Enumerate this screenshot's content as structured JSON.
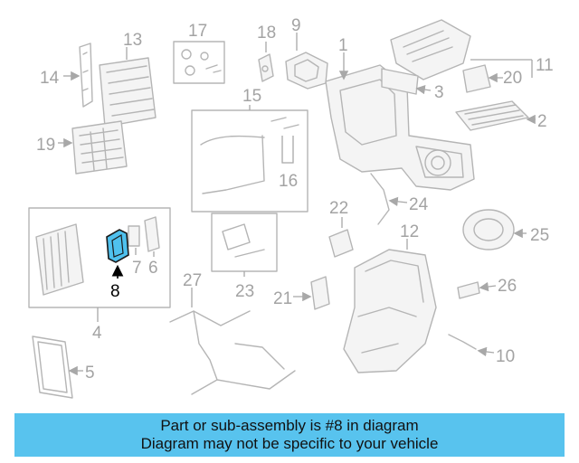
{
  "callouts": {
    "c1": "1",
    "c2": "2",
    "c3": "3",
    "c4": "4",
    "c5": "5",
    "c6": "6",
    "c7": "7",
    "c8": "8",
    "c9": "9",
    "c10": "10",
    "c11": "11",
    "c12": "12",
    "c13": "13",
    "c14": "14",
    "c15": "15",
    "c16": "16",
    "c17": "17",
    "c18": "18",
    "c19": "19",
    "c20": "20",
    "c21": "21",
    "c22": "22",
    "c23": "23",
    "c24": "24",
    "c25": "25",
    "c26": "26",
    "c27": "27"
  },
  "highlight": {
    "part_number": "8",
    "color": "#4fc1ee"
  },
  "banner": {
    "line1": "Part or sub-assembly is #8 in diagram",
    "line2": "Diagram may not be specific to your vehicle",
    "color": "#58c3ee"
  }
}
